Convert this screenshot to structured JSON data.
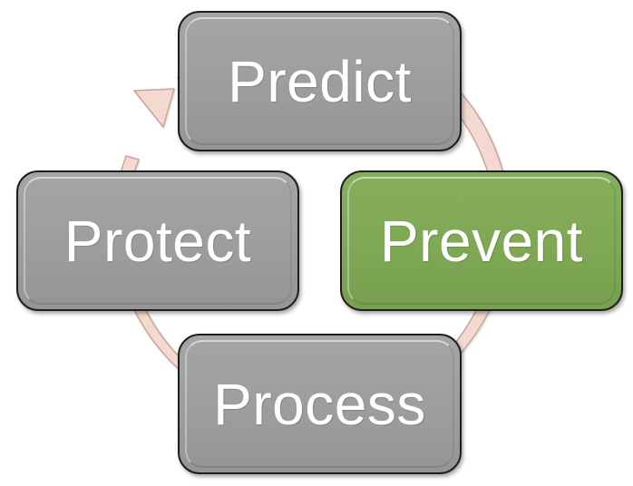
{
  "diagram": {
    "type": "cycle",
    "nodes": [
      {
        "id": "predict",
        "label": "Predict",
        "highlighted": false
      },
      {
        "id": "prevent",
        "label": "Prevent",
        "highlighted": true
      },
      {
        "id": "process",
        "label": "Process",
        "highlighted": false
      },
      {
        "id": "protect",
        "label": "Protect",
        "highlighted": false
      }
    ],
    "flow": [
      "predict",
      "prevent",
      "process",
      "protect",
      "predict"
    ]
  },
  "colors": {
    "node_fill": "#9d9d9d",
    "highlight_fill": "#7fa855",
    "node_text": "#ffffff",
    "node_border": "#1e1e1e",
    "arrow_fill": "#f4d9d0",
    "arrow_stroke": "#c8a597"
  }
}
